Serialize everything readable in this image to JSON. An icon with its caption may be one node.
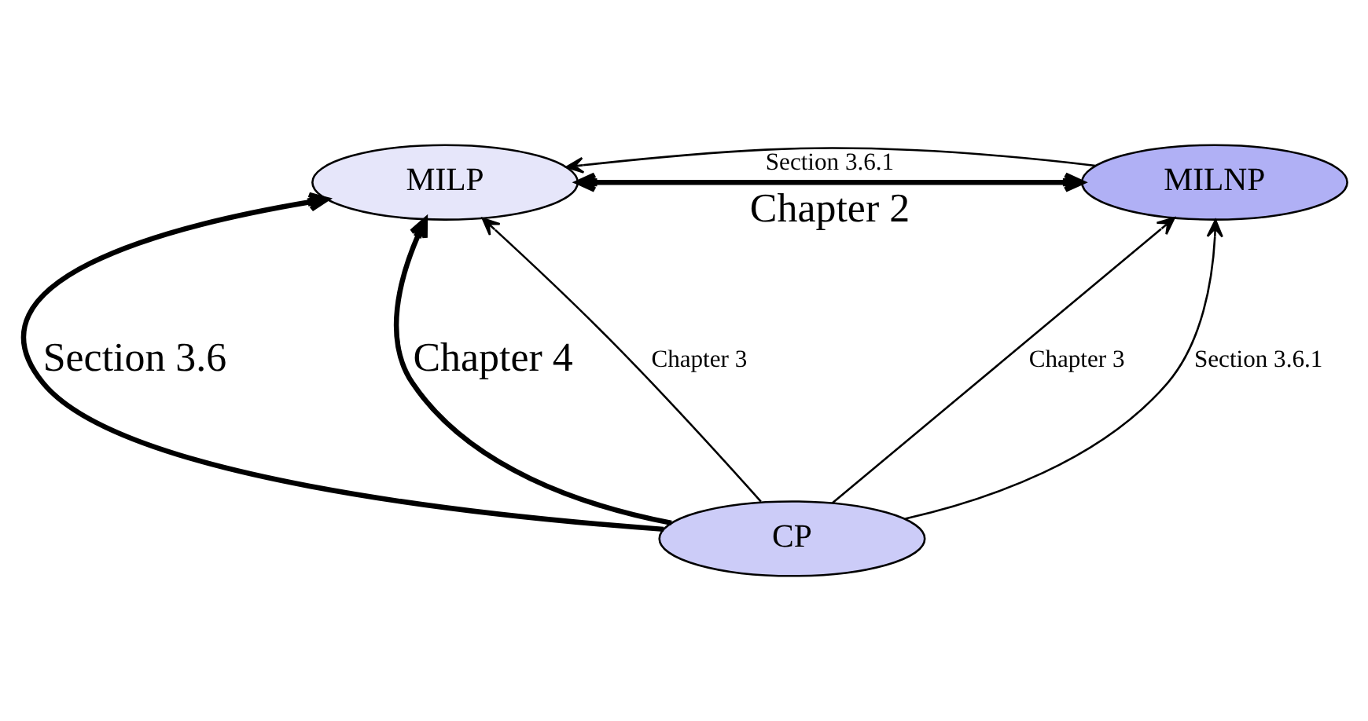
{
  "diagram": {
    "nodes": [
      {
        "text": [
          "MILP"
        ]
      },
      {
        "text": [
          "MILNP"
        ]
      },
      {
        "text": [
          "CP"
        ]
      }
    ],
    "edges": [
      {
        "from": 1,
        "to": 0,
        "arrow": "to",
        "label": "Section 3.6.1"
      },
      {
        "from": 0,
        "to": 1,
        "arrow": "both",
        "label": "Chapter 2",
        "style": "thick"
      },
      {
        "from": 2,
        "to": 0,
        "arrow": "to",
        "label": "Section 3.6",
        "style": "thick"
      },
      {
        "from": 2,
        "to": 0,
        "arrow": "to",
        "label": "Chapter 4",
        "style": "thick"
      },
      {
        "from": 2,
        "to": 0,
        "arrow": "to",
        "label": "Chapter 3"
      },
      {
        "from": 2,
        "to": 1,
        "arrow": "to",
        "label": "Chapter 3"
      },
      {
        "from": 2,
        "to": 1,
        "arrow": "to",
        "label": "Section 3.6.1"
      }
    ]
  }
}
